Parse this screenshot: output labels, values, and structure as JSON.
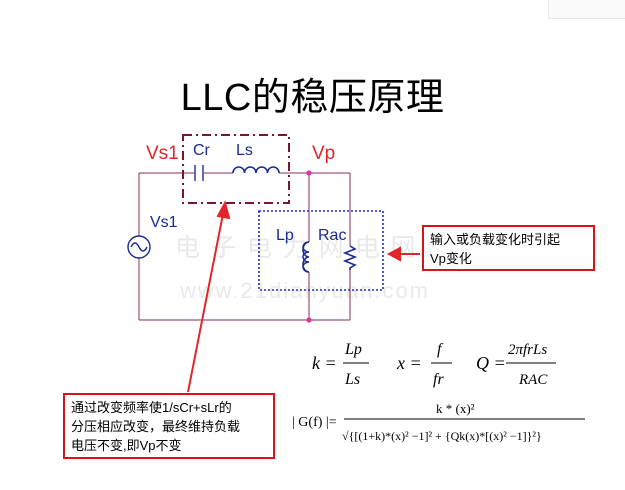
{
  "title": "LLC的稳压原理",
  "circuit": {
    "vs1_label": "Vs1",
    "vp_label": "Vp",
    "cr_label": "Cr",
    "ls_label": "Ls",
    "source_label": "Vs1",
    "lp_label": "Lp",
    "rac_label": "Rac",
    "colors": {
      "wire": "#8a2e5c",
      "node": "#e030a0",
      "component": "#1a2a8e",
      "series_box": "#7a1430",
      "load_box": "#1b2ad8",
      "callout_red": "#e0262b"
    }
  },
  "watermark": {
    "cn": "电 子 电 力 网 电 网 论 坛",
    "url": "www.21dianyuan.com"
  },
  "callouts": {
    "right": [
      "输入或负载变化时引起",
      "Vp变化"
    ],
    "left": [
      "通过改变频率使1/sCr+sLr的",
      "分压相应改变，最终维持负载",
      "电压不变,即Vp不变"
    ]
  },
  "formulas": {
    "k_lhs": "k =",
    "k_num": "Lp",
    "k_den": "Ls",
    "x_lhs": "x =",
    "x_num": "f",
    "x_den": "fr",
    "q_lhs": "Q =",
    "q_num": "2πfrLs",
    "q_den": "RAC",
    "g_lhs": "| G(f) |=",
    "g_num": "k * (x)²",
    "g_den": "√{[(1+k)*(x)² −1]² + {Qk(x)*[(x)² −1]}²}"
  }
}
